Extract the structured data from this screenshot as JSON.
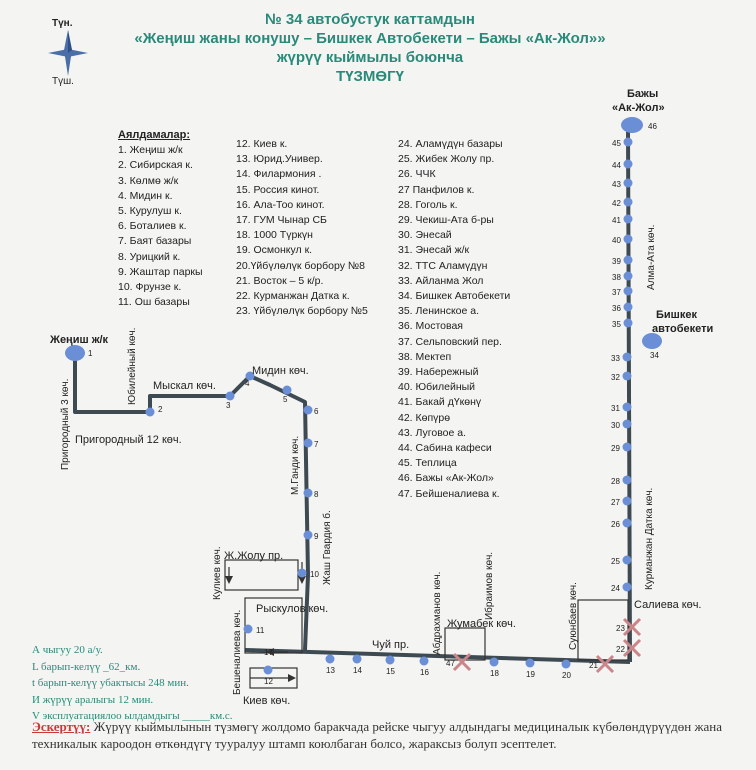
{
  "header": {
    "line1": "№ 34  автобустук каттамдын",
    "line2": "«Жеңиш жаны конушу – Бишкек Автобекети – Бажы «Ак-Жол»»",
    "line3": "жүрүү кыймылы боюнча",
    "line4": "ТҮЗМӨГҮ"
  },
  "compass": {
    "north": "Түн.",
    "south": "Түш."
  },
  "legend": {
    "title": "Аялдамалар:",
    "col1": [
      "1. Жеңиш ж/к",
      "2. Сибирская к.",
      "3. Көлмө ж/к",
      "4. Мидин к.",
      "5. Курулуш к.",
      "6. Боталиев к.",
      "7. Баят базары",
      "8. Урицкий к.",
      "9. Жаштар паркы",
      "10. Фрунзе к.",
      "11. Ош базары"
    ],
    "col2": [
      "12. Киев к.",
      "13. Юрид.Универ.",
      "14. Филармония .",
      "15. Россия кинот.",
      "16. Ала-Тоо кинот.",
      "17. ГУМ Чынар СБ",
      "18. 1000 Түркүн",
      "19. Осмонкул к.",
      "20.Үйбүлөлүк борбору №8",
      "21. Восток – 5 к/р.",
      "22. Курманжан Датка к.",
      "23. Үйбүлөлүк борбору №5"
    ],
    "col3": [
      "24. Аламүдүн базары",
      "25. Жибек Жолу пр.",
      "26. ЧЧК",
      "27 Панфилов к.",
      "28. Гоголь к.",
      "29. Чекиш-Ата б-ры",
      "30. Энесай",
      "31. Энесай ж/к",
      "32. ТТС Аламүдүн",
      "33. Айланма Жол",
      "34. Бишкек Автобекети",
      "35. Ленинское а.",
      "36. Мостовая",
      "37. Сельповский пер.",
      "38. Мектеп",
      "39. Набережный",
      "40. Юбилейный",
      "41. Бакай дҮкөнү",
      "42. Көпүрө",
      "43. Луговое а.",
      "44. Сабина кафеси",
      "45. Теплица",
      "46. Бажы «Ак-Жол»",
      "47. Бейшеналиева к."
    ]
  },
  "map": {
    "route_color": "#3d4a52",
    "stop_color": "#6b8fd6",
    "closed_color": "#c9858a",
    "endpoint_left": "Жеңиш ж/к",
    "endpoint_top_line1": "Бажы",
    "endpoint_top_line2": "«Ак-Жол»",
    "bus_station_line1": "Бишкек",
    "bus_station_line2": "автобекети",
    "streets": {
      "prigorodny3": "Пригородный 3 көч.",
      "prigorodny12": "Пригородный 12 көч.",
      "yubileyny": "Юбилейный көч.",
      "myskal": "Мыскал көч.",
      "midin": "Мидин көч.",
      "mgandi": "М.Ганди көч.",
      "zh_zholu": "Ж.Жолу пр.",
      "gvardia": "Жаш Гвардия б.",
      "kuliev": "Кулиев көч.",
      "ryskulov": "Рыскулов көч.",
      "beshenalieva": "Бешеналиева көч.",
      "kiev": "Киев көч.",
      "chuy": "Чуй пр.",
      "abdrakhmanov": "Абдрахманов көч.",
      "ibraimov": "Ибраимов көч.",
      "zhumabek": "Жумабек көч.",
      "suyunbaev": "Суюнбаев көч.",
      "salieva": "Салиева көч.",
      "kurmanzhan": "Курманжан Датка көч.",
      "alma_ata": "Алма-Ата көч."
    },
    "stop_labels": [
      "1",
      "2",
      "3",
      "4",
      "5",
      "6",
      "7",
      "8",
      "9",
      "10",
      "11",
      "12",
      "13",
      "14",
      "15",
      "16",
      "17",
      "18",
      "19",
      "20",
      "21",
      "22",
      "23",
      "24",
      "25",
      "26",
      "27",
      "28",
      "29",
      "30",
      "31",
      "32",
      "33",
      "34",
      "35",
      "36",
      "37",
      "38",
      "39",
      "40",
      "41",
      "42",
      "43",
      "44",
      "45",
      "46",
      "47"
    ]
  },
  "stats": [
    "А чыгуу 20 а/у.",
    "L барып-келүү  _62_км.",
    "t барып-келүү убактысы 248 мин.",
    "И жүрүү аралыгы  12  мин.",
    "V эксплуатациялоо ылдамдыгы _____км.с."
  ],
  "note": {
    "label": "Эскертүү:",
    "text": " Жүрүү кыймылынын түзмөгү жолдомо баракчада рейске чыгуу алдындагы медициналык күбөлөндүрүүдөн жана техникалык кароодон өткөндүгү тууралуу штамп коюлбаган болсо, жараксыз болуп эсептелет."
  }
}
